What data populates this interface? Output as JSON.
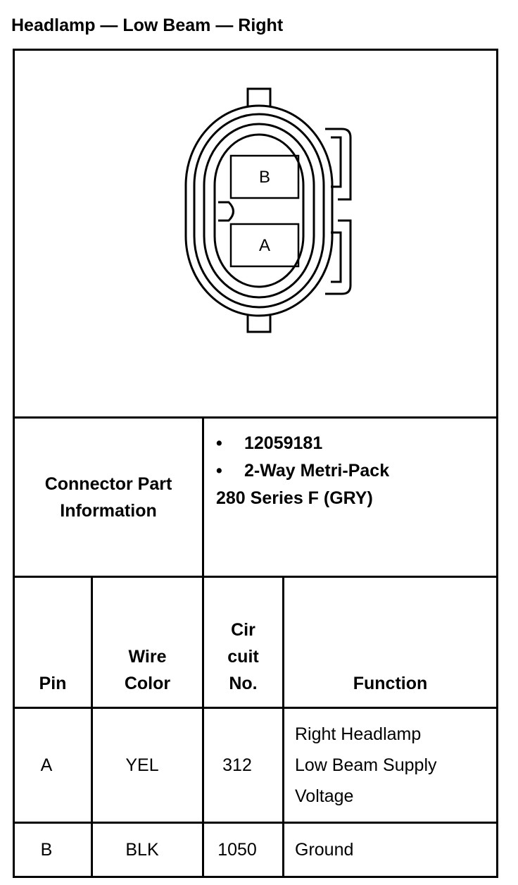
{
  "title": "Headlamp — Low Beam — Right",
  "connector": {
    "pin_labels": [
      "B",
      "A"
    ]
  },
  "part_info": {
    "label_line1": "Connector Part",
    "label_line2": "Information",
    "bullets": [
      "12059181",
      "2-Way Metri-Pack"
    ],
    "continuation": "280 Series F (GRY)"
  },
  "table": {
    "headers": {
      "pin": "Pin",
      "wire_color": [
        "Wire",
        "Color"
      ],
      "circuit": [
        "Cir",
        "cuit",
        "No."
      ],
      "function": "Function"
    },
    "rows": [
      {
        "pin": "A",
        "wire_color": "YEL",
        "circuit": "312",
        "function": [
          "Right Headlamp",
          "Low Beam Supply",
          "Voltage"
        ]
      },
      {
        "pin": "B",
        "wire_color": "BLK",
        "circuit": "1050",
        "function": [
          "Ground"
        ]
      }
    ]
  }
}
